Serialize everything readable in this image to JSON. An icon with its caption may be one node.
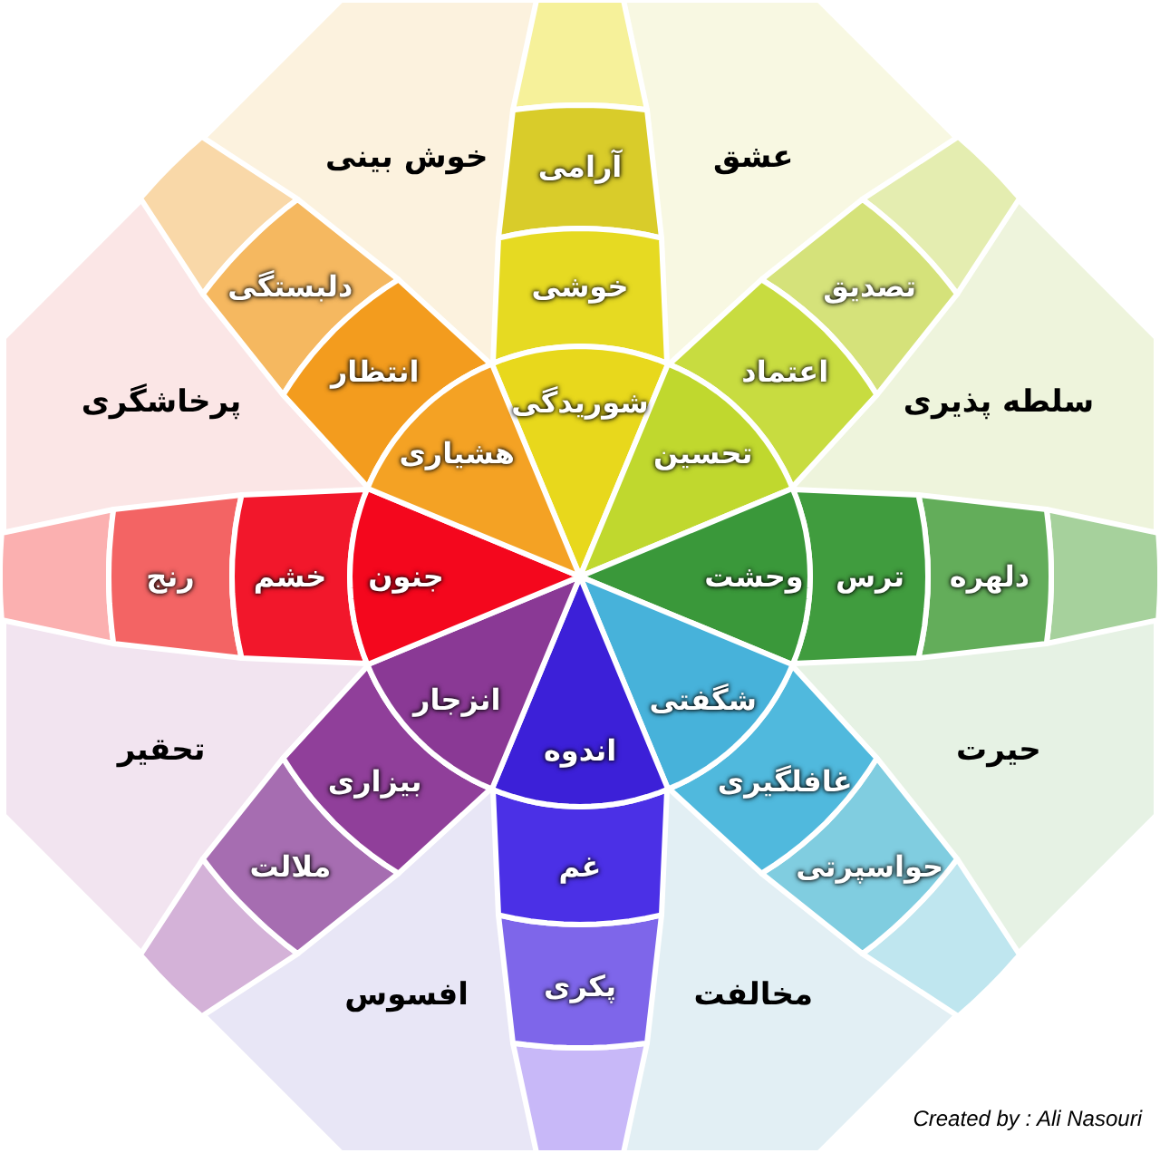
{
  "diagram": {
    "nodes": [
      {
        "text": [
          "آرامی"
        ]
      },
      {
        "text": [
          "خوشی"
        ]
      },
      {
        "text": [
          "شوریدگی"
        ]
      },
      {
        "text": [
          "تصدیق"
        ]
      },
      {
        "text": [
          "اعتماد"
        ]
      },
      {
        "text": [
          "تحسین"
        ]
      },
      {
        "text": [
          "دلهره"
        ]
      },
      {
        "text": [
          "ترس"
        ]
      },
      {
        "text": [
          "وحشت"
        ]
      },
      {
        "text": [
          "حواسپرتی"
        ]
      },
      {
        "text": [
          "غافلگیری"
        ]
      },
      {
        "text": [
          "شگفتی"
        ]
      },
      {
        "text": [
          "پکری"
        ]
      },
      {
        "text": [
          "غم"
        ]
      },
      {
        "text": [
          "اندوه"
        ]
      },
      {
        "text": [
          "ملالت"
        ]
      },
      {
        "text": [
          "بیزاری"
        ]
      },
      {
        "text": [
          "انزجار"
        ]
      },
      {
        "text": [
          "رنج"
        ]
      },
      {
        "text": [
          "خشم"
        ]
      },
      {
        "text": [
          "جنون"
        ]
      },
      {
        "text": [
          "دلبستگی"
        ]
      },
      {
        "text": [
          "انتظار"
        ]
      },
      {
        "text": [
          "هشیاری"
        ]
      },
      {
        "text": [
          "عشق"
        ]
      },
      {
        "text": [
          "سلطه پذیری"
        ]
      },
      {
        "text": [
          "حیرت"
        ]
      },
      {
        "text": [
          "مخالفت"
        ]
      },
      {
        "text": [
          "افسوس"
        ]
      },
      {
        "text": [
          "تحقیر"
        ]
      },
      {
        "text": [
          "پرخاشگری"
        ]
      },
      {
        "text": [
          "خوش بینی"
        ]
      }
    ],
    "labels": [
      "Created by : Ali Nasouri"
    ]
  }
}
